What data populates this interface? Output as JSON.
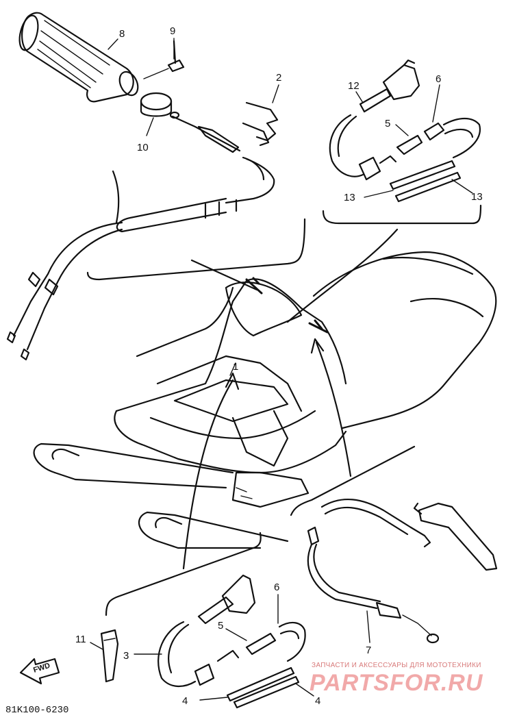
{
  "callouts": {
    "c1": "1",
    "c2": "2",
    "c3": "3",
    "c4a": "4",
    "c4b": "4",
    "c5a": "5",
    "c5b": "5",
    "c6a": "6",
    "c6b": "6",
    "c7": "7",
    "c8": "8",
    "c9": "9",
    "c10": "10",
    "c11": "11",
    "c12": "12",
    "c13a": "13",
    "c13b": "13"
  },
  "fwd_label": "FWD",
  "diagram_code": "81K100-6230",
  "watermark": {
    "caption": "ЗАПЧАСТИ И АКСЕССУАРЫ ДЛЯ МОТОТЕХНИКИ",
    "brand": "PARTSFOR.RU"
  },
  "colors": {
    "ink": "#111111",
    "watermark": "#f1a9a9"
  }
}
